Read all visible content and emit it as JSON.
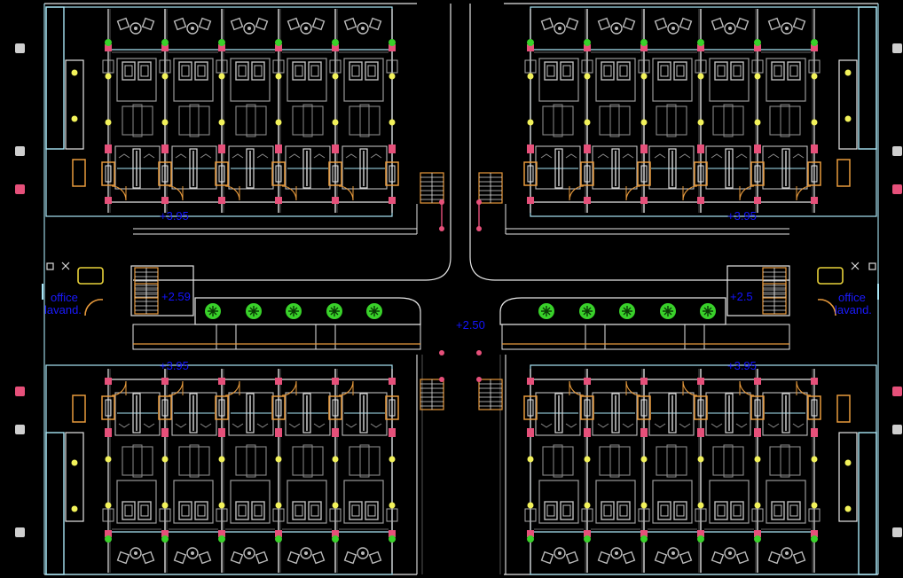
{
  "drawing": {
    "background": "#000000",
    "colors": {
      "wall": "#e6e6e6",
      "glazing": "#a9e6f6",
      "furniture": "#8c8c8c",
      "door": "#e89a3c",
      "column": "#e6507a",
      "light": "#f2f25a",
      "plant": "#39d12a",
      "label": "#1414ff"
    },
    "level_labels": {
      "top_left": "+3.95",
      "top_right": "+3.95",
      "bottom_left": "+3.95",
      "bottom_right": "+3.95",
      "stair_left": "+2.59",
      "stair_right": "+2.5",
      "corridor_center": "+2.50"
    },
    "room_labels": {
      "left_office": "office",
      "left_laundry": "lavand.",
      "right_office": "office",
      "right_laundry": "lavand."
    },
    "symbols": {
      "wall-icon": "x-mark",
      "planter-count-per-side": 5
    }
  }
}
